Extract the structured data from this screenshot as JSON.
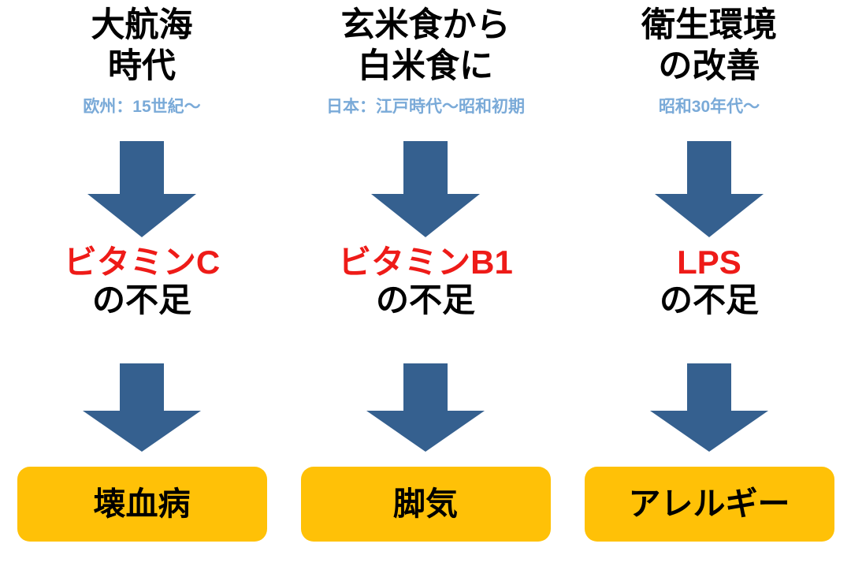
{
  "diagram": {
    "type": "three-column-flow",
    "orientation": "top-to-bottom",
    "colors": {
      "background": "#FFFFFF",
      "arrow": "#35608F",
      "outcome_box": "#FFC107",
      "heading_title": "#000000",
      "heading_subtitle": "#7AAAD8",
      "cause_highlight": "#EE1B18",
      "cause_suffix": "#000000",
      "outcome_label": "#000000"
    },
    "columns": [
      {
        "id": "age-of-discovery",
        "heading": {
          "title": "大航海\n時代",
          "subtitle": "欧州：15世紀〜"
        },
        "arrow_top": "down-arrow-icon",
        "cause": {
          "name": "ビタミンC",
          "suffix": "の不足"
        },
        "arrow_bottom": "down-arrow-icon",
        "outcome": {
          "label": "壊血病"
        }
      },
      {
        "id": "brown-rice-to-white-rice",
        "heading": {
          "title": "玄米食から\n白米食に",
          "subtitle": "日本：江戸時代〜昭和初期"
        },
        "arrow_top": "down-arrow-icon",
        "cause": {
          "name": "ビタミンB1",
          "suffix": "の不足"
        },
        "arrow_bottom": "down-arrow-icon",
        "outcome": {
          "label": "脚気"
        }
      },
      {
        "id": "sanitation-improvement",
        "heading": {
          "title": "衛生環境\nの改善",
          "subtitle": "昭和30年代〜"
        },
        "arrow_top": "down-arrow-icon",
        "cause": {
          "name": "LPS",
          "suffix": "の不足"
        },
        "arrow_bottom": "down-arrow-icon",
        "outcome": {
          "label": "アレルギー"
        }
      }
    ]
  }
}
